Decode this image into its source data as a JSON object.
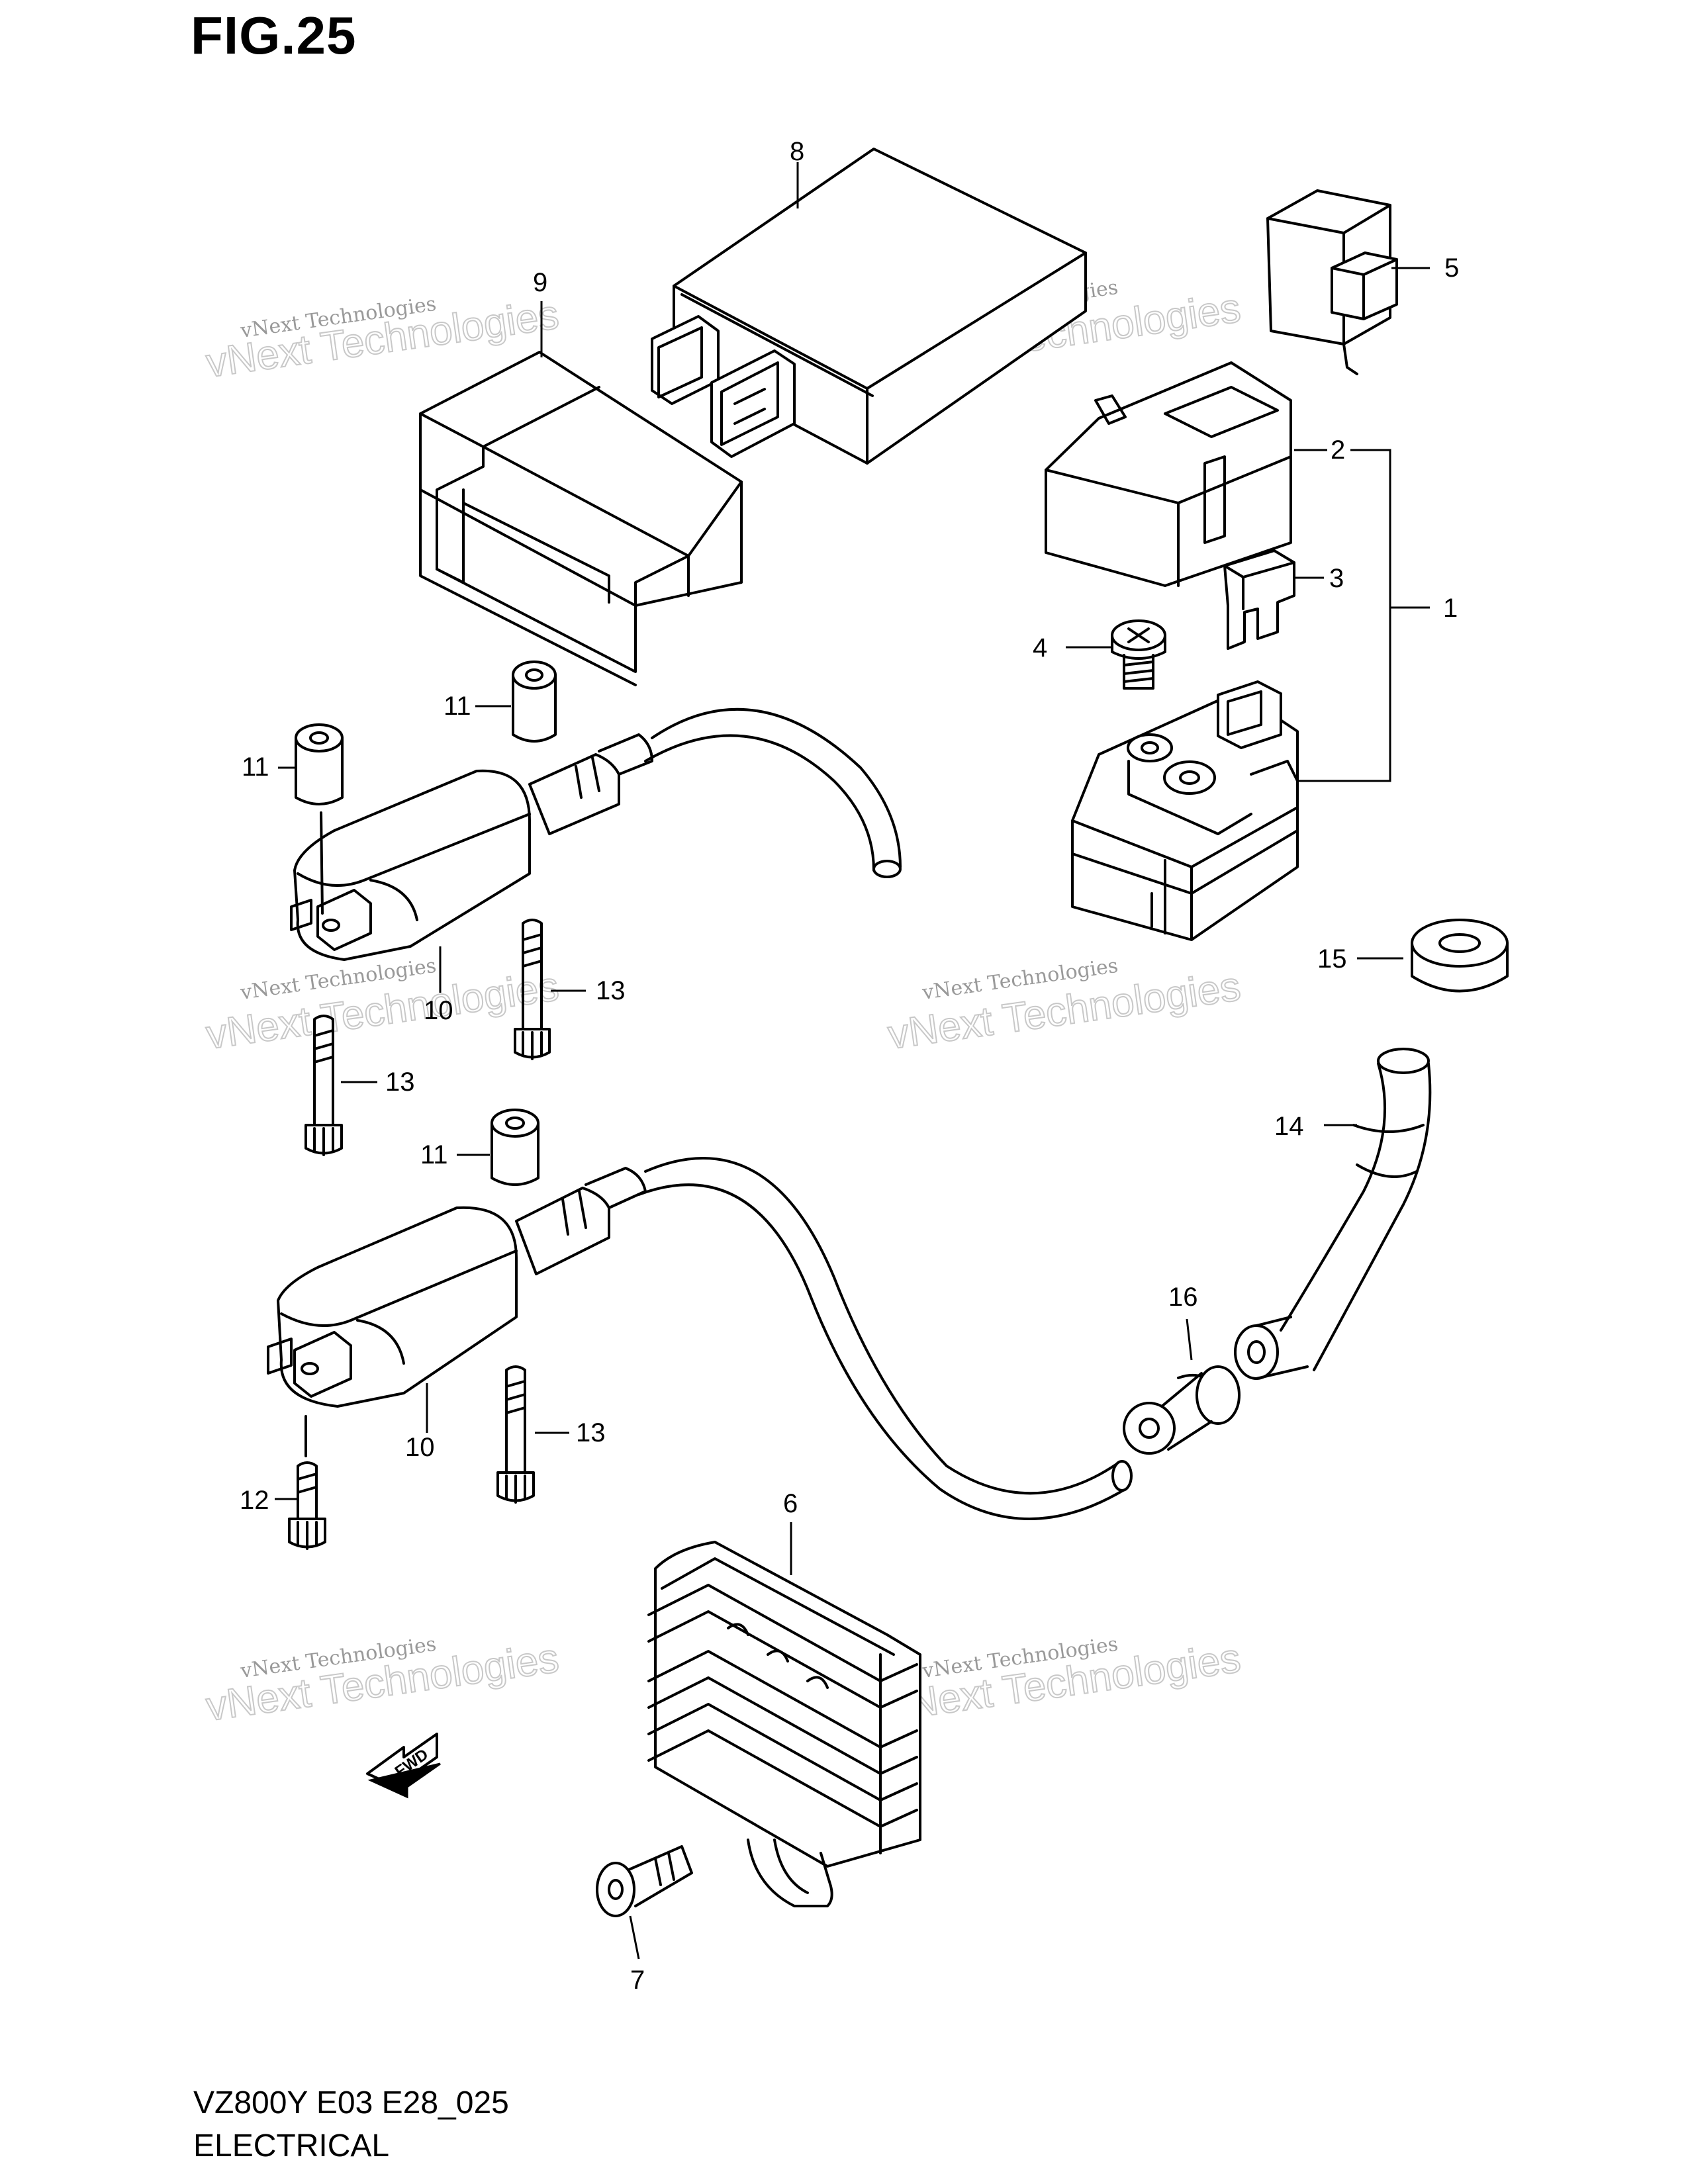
{
  "figure": {
    "title": "FIG.25"
  },
  "footer": {
    "model_code": "VZ800Y E03 E28_025",
    "section": "ELECTRICAL"
  },
  "watermark": {
    "line1": "vNext Technologies",
    "line2": "vNext Technologies"
  },
  "fwd_arrow": {
    "label": "FWD"
  },
  "callouts": {
    "c1": "1",
    "c2": "2",
    "c3": "3",
    "c4": "4",
    "c5": "5",
    "c6": "6",
    "c7": "7",
    "c8": "8",
    "c9": "9",
    "c10a": "10",
    "c10b": "10",
    "c11a": "11",
    "c11b": "11",
    "c11c": "11",
    "c12": "12",
    "c13a": "13",
    "c13b": "13",
    "c13c": "13",
    "c14": "14",
    "c15": "15",
    "c16": "16"
  }
}
